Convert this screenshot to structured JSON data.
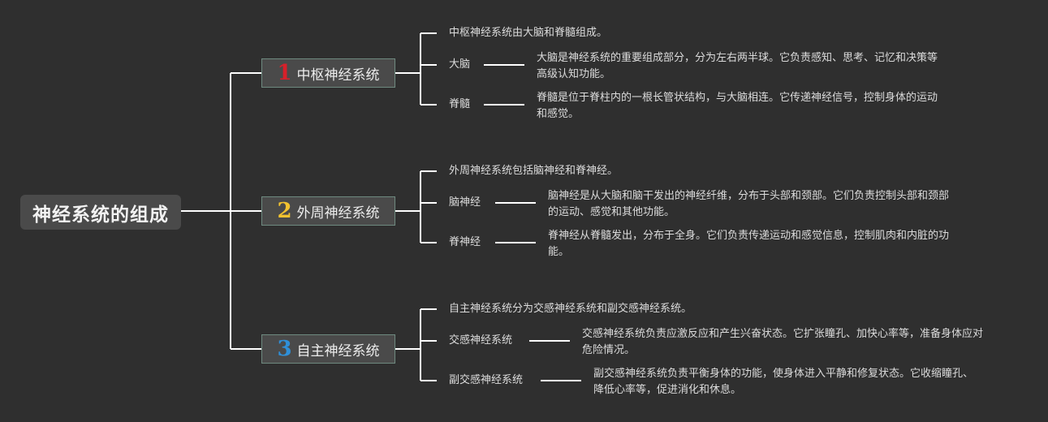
{
  "root": {
    "label": "神经系统的组成"
  },
  "colors": {
    "num1": "#d8202a",
    "num2": "#f2c230",
    "num3": "#2f8fd8",
    "line": "#ffffff"
  },
  "branches": [
    {
      "number": "1",
      "label": "中枢神经系统",
      "summary": "中枢神经系统由大脑和脊髓组成。",
      "items": [
        {
          "label": "大脑",
          "desc": "大脑是神经系统的重要组成部分，分为左右两半球。它负责感知、思考、记忆和决策等高级认知功能。"
        },
        {
          "label": "脊髓",
          "desc": "脊髓是位于脊柱内的一根长管状结构，与大脑相连。它传递神经信号，控制身体的运动和感觉。"
        }
      ]
    },
    {
      "number": "2",
      "label": "外周神经系统",
      "summary": "外周神经系统包括脑神经和脊神经。",
      "items": [
        {
          "label": "脑神经",
          "desc": "脑神经是从大脑和脑干发出的神经纤维，分布于头部和颈部。它们负责控制头部和颈部的运动、感觉和其他功能。"
        },
        {
          "label": "脊神经",
          "desc": "脊神经从脊髓发出，分布于全身。它们负责传递运动和感觉信息，控制肌肉和内脏的功能。"
        }
      ]
    },
    {
      "number": "3",
      "label": "自主神经系统",
      "summary": "自主神经系统分为交感神经系统和副交感神经系统。",
      "items": [
        {
          "label": "交感神经系统",
          "desc": "交感神经系统负责应激反应和产生兴奋状态。它扩张瞳孔、加快心率等，准备身体应对危险情况。"
        },
        {
          "label": "副交感神经系统",
          "desc": "副交感神经系统负责平衡身体的功能，使身体进入平静和修复状态。它收缩瞳孔、降低心率等，促进消化和休息。"
        }
      ]
    }
  ]
}
